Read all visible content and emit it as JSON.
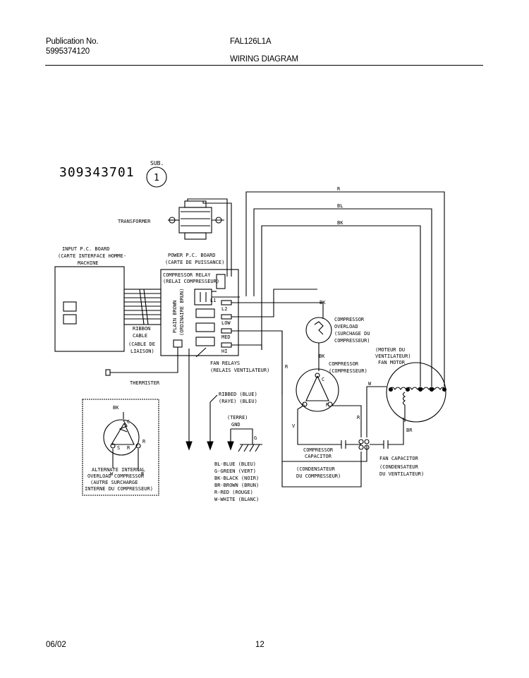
{
  "header": {
    "publication_label": "Publication No.",
    "publication_number": "5995374120",
    "model": "FAL126L1A",
    "title": "WIRING DIAGRAM"
  },
  "footer": {
    "date": "06/02",
    "page": "12"
  },
  "diagram": {
    "part_number": "309343701",
    "sub_label": "SUB.",
    "sub_number": "1",
    "wire_labels": {
      "r": "R",
      "bl": "BL",
      "bk": "BK",
      "w": "W",
      "br": "BR",
      "g": "G",
      "v": "V",
      "c": "C",
      "s": "S"
    },
    "transformer": "TRANSFORMER",
    "input_board": [
      "INPUT P.C. BOARD",
      "(CARTE INTERFACE HOMME-",
      "MACHINE"
    ],
    "power_board": [
      "POWER P.C. BOARD",
      "(CARTE DE PUISSANCE)"
    ],
    "compressor_relay": [
      "COMPRESSOR RELAY",
      "(RELAI COMPRESSEUR)"
    ],
    "plain_brown": [
      "PLAIN BROWN",
      "(ORDINAIRE BRUN)"
    ],
    "terminals": {
      "l1": "L1",
      "l2": "L2",
      "low": "LOW",
      "med": "MED",
      "hi": "HI"
    },
    "ribbon_cable": [
      "RIBBON",
      "CABLE",
      "(CABLE DE",
      "LIAISON)"
    ],
    "fan_relays": [
      "FAN RELAYS",
      "(RELAIS VENTILATEUR)"
    ],
    "thermister": "THERMISTER",
    "compressor_overload": [
      "COMPRESSOR",
      "OVERLOAD",
      "(SURCHAGE DU",
      "COMPRESSEUR)"
    ],
    "compressor": [
      "COMPRESSOR",
      "(COMPRESSEUR)"
    ],
    "fan_motor": [
      "(MOTEUR DU",
      "VENTILATEUR)",
      "FAN MOTOR"
    ],
    "ribbed": [
      "RIBBED  (BLUE)",
      "(RAYE)  (BLEU)"
    ],
    "terre": [
      "(TERRE)",
      "GND"
    ],
    "compressor_capacitor": [
      "COMPRESSOR",
      "CAPACITOR"
    ],
    "condensateur_compresseur": [
      "(CONDENSATEUR",
      "DU COMPRESSEUR)"
    ],
    "fan_capacitor": [
      "FAN CAPACITOR",
      "(CONDENSATEUR",
      "DU VENTILATEUR)"
    ],
    "legend": [
      "BL-BLUE (BLEU)",
      "G-GREEN (VERT)",
      "BK-BLACK (NOIR)",
      "BR-BROWN (BRUN)",
      "R-RED (ROUGE)",
      "W-WHITE (BLANC)"
    ],
    "alternate": [
      "ALTERNATE INTERNAL",
      "OVERLOAD COMPRESSOR",
      "(AUTRE SURCHARGE",
      "INTERNE DU COMPRESSEUR)"
    ]
  }
}
